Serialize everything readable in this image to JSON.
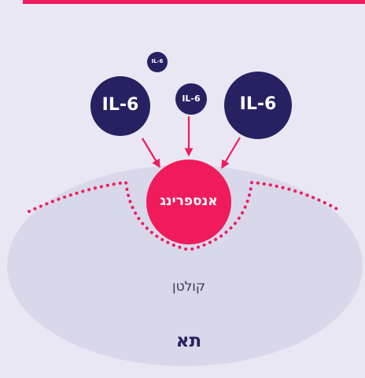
{
  "colors": {
    "background": "#e9e7f3",
    "cell": "#d9d8ea",
    "cytokine": "#262262",
    "drug": "#f01b5b",
    "accent_line": "#f01b5b"
  },
  "cytokines": {
    "tiny": "IL-6",
    "small": "IL-6",
    "left": "IL-6",
    "right": "IL-6"
  },
  "drug_label": "אנספרינג",
  "receptor_label": "קולטן",
  "cell_label": "תא"
}
